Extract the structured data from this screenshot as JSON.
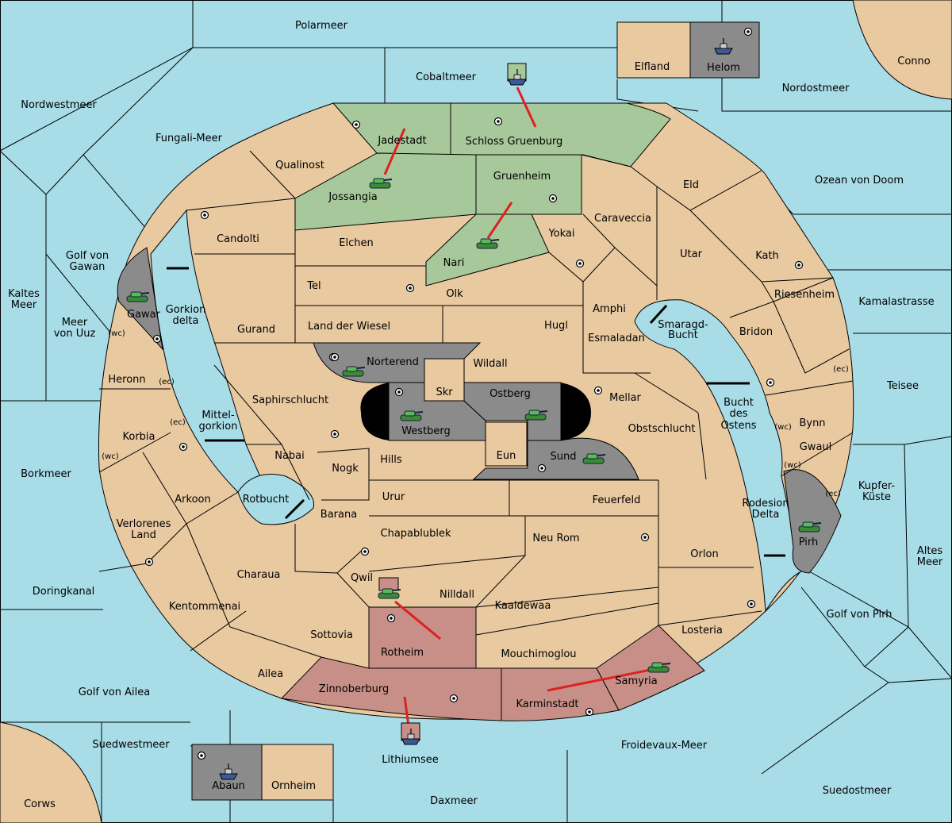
{
  "colors": {
    "sea": "#a8dde8",
    "land": "#e8c9a0",
    "green": "#a7c89a",
    "red": "#c78f87",
    "gray": "#8b8b8b",
    "arrow": "#dd2222"
  },
  "seas": {
    "polarmeer": "Polarmeer",
    "cobaltmeer": "Cobaltmeer",
    "nordwestmeer": "Nordwestmeer",
    "fungali": "Fungali-Meer",
    "nordostmeer": "Nordostmeer",
    "ozean": "Ozean von Doom",
    "kamalastrasse": "Kamalastrasse",
    "teisee": "Teisee",
    "kupfer1": "Kupfer-",
    "kupfer2": "Küste",
    "altes1": "Altes",
    "altes2": "Meer",
    "golf_pirh": "Golf von Pirh",
    "suedostmeer": "Suedostmeer",
    "froidevaux": "Froidevaux-Meer",
    "daxmeer": "Daxmeer",
    "lithiumsee": "Lithiumsee",
    "suedwestmeer": "Suedwestmeer",
    "golf_ailea": "Golf von Ailea",
    "doringkanal": "Doringkanal",
    "borkmeer": "Borkmeer",
    "kaltes1": "Kaltes",
    "kaltes2": "Meer",
    "uuz1": "Meer",
    "uuz2": "von Uuz",
    "gawan1": "Golf von",
    "gawan2": "Gawan",
    "gork1": "Gorkion",
    "gork2": "delta",
    "mittel1": "Mittel-",
    "mittel2": "gorkion",
    "rotbucht": "Rotbucht",
    "smaragd1": "Smaragd-",
    "smaragd2": "Bucht",
    "bucht1": "Bucht",
    "bucht2": "des",
    "bucht3": "Ostens",
    "rodesion1": "Rodesion",
    "rodesion2": "Delta"
  },
  "corners": {
    "conno": "Conno",
    "corws": "Corws",
    "elfland": "Elfland",
    "helom": "Helom",
    "abaun": "Abaun",
    "ornheim": "Ornheim"
  },
  "provinces": {
    "jadestadt": "Jadestadt",
    "schloss": "Schloss Gruenburg",
    "qualinost": "Qualinost",
    "jossangia": "Jossangia",
    "gruenheim": "Gruenheim",
    "candolti": "Candolti",
    "elchen": "Elchen",
    "nari": "Nari",
    "yokai": "Yokai",
    "caraveccia": "Caraveccia",
    "eld": "Eld",
    "utar": "Utar",
    "kath": "Kath",
    "riesenheim": "Riesenheim",
    "bridon": "Bridon",
    "amphi": "Amphi",
    "esmaladan": "Esmaladan",
    "tel": "Tel",
    "olk": "Olk",
    "landwiesel": "Land der Wiesel",
    "hugl": "Hugl",
    "gurand": "Gurand",
    "gawar": "Gawar",
    "norterend": "Norterend",
    "wildall": "Wildall",
    "skr": "Skr",
    "ostberg": "Ostberg",
    "mellar": "Mellar",
    "westberg": "Westberg",
    "saphir": "Saphirschlucht",
    "heronn": "Heronn",
    "korbia": "Korbia",
    "nabai": "Nabai",
    "nogk": "Nogk",
    "hills": "Hills",
    "eun": "Eun",
    "sund": "Sund",
    "obst": "Obstschlucht",
    "bynn": "Bynn",
    "gwaul": "Gwaul",
    "pirh": "Pirh",
    "arkoon": "Arkoon",
    "barana": "Barana",
    "urur": "Urur",
    "feuerfeld": "Feuerfeld",
    "verloren1": "Verlorenes",
    "verloren2": "Land",
    "chapa": "Chapablublek",
    "neurom": "Neu Rom",
    "orlon": "Orlon",
    "qwil": "Qwil",
    "nilldall": "Nilldall",
    "charaua": "Charaua",
    "kaaldewaa": "Kaaldewaa",
    "kentom": "Kentommenai",
    "sottovia": "Sottovia",
    "rotheim": "Rotheim",
    "mouchi": "Mouchimoglou",
    "losteria": "Losteria",
    "ailea": "Ailea",
    "zinnober": "Zinnoberburg",
    "karmin": "Karminstadt",
    "samyria": "Samyria"
  },
  "coasts": {
    "wc": "(wc)",
    "ec": "(ec)"
  }
}
